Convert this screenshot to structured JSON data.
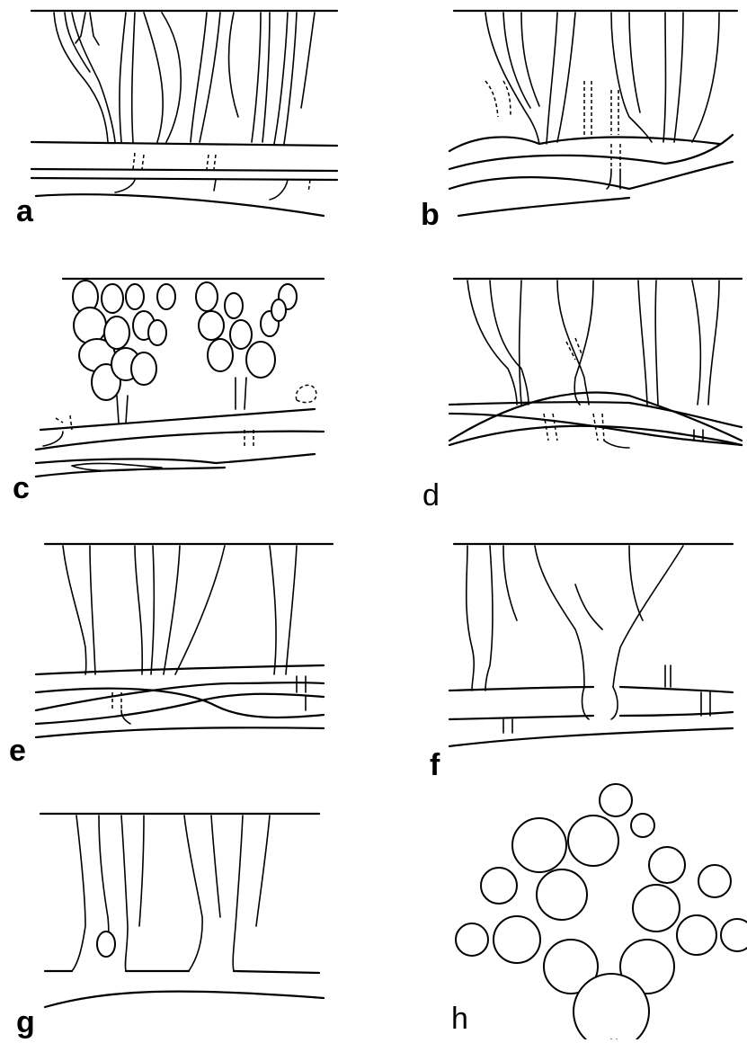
{
  "panels": [
    {
      "id": "a",
      "label": "a"
    },
    {
      "id": "b",
      "label": "b"
    },
    {
      "id": "c",
      "label": "c"
    },
    {
      "id": "d",
      "label": "d"
    },
    {
      "id": "e",
      "label": "e"
    },
    {
      "id": "f",
      "label": "f"
    },
    {
      "id": "g",
      "label": "g"
    },
    {
      "id": "h",
      "label": "h"
    }
  ]
}
